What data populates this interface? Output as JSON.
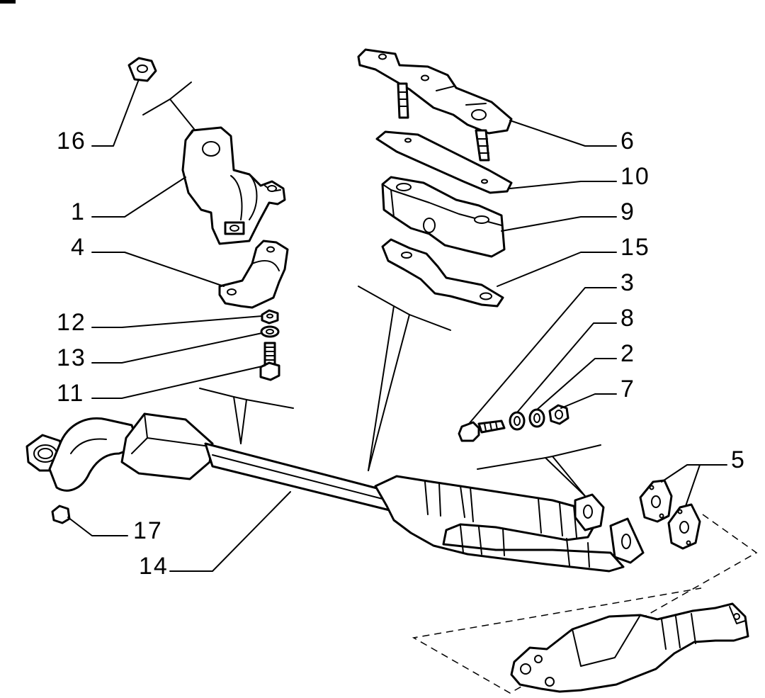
{
  "colors": {
    "ink": "#000000",
    "paper": "#ffffff"
  },
  "callouts": [
    {
      "id": "16",
      "label": "16"
    },
    {
      "id": "1",
      "label": "1"
    },
    {
      "id": "4",
      "label": "4"
    },
    {
      "id": "12",
      "label": "12"
    },
    {
      "id": "13",
      "label": "13"
    },
    {
      "id": "11",
      "label": "11"
    },
    {
      "id": "17",
      "label": "17"
    },
    {
      "id": "14",
      "label": "14"
    },
    {
      "id": "6",
      "label": "6"
    },
    {
      "id": "10",
      "label": "10"
    },
    {
      "id": "9",
      "label": "9"
    },
    {
      "id": "15",
      "label": "15"
    },
    {
      "id": "3",
      "label": "3"
    },
    {
      "id": "8",
      "label": "8"
    },
    {
      "id": "2",
      "label": "2"
    },
    {
      "id": "7",
      "label": "7"
    },
    {
      "id": "5",
      "label": "5"
    }
  ]
}
